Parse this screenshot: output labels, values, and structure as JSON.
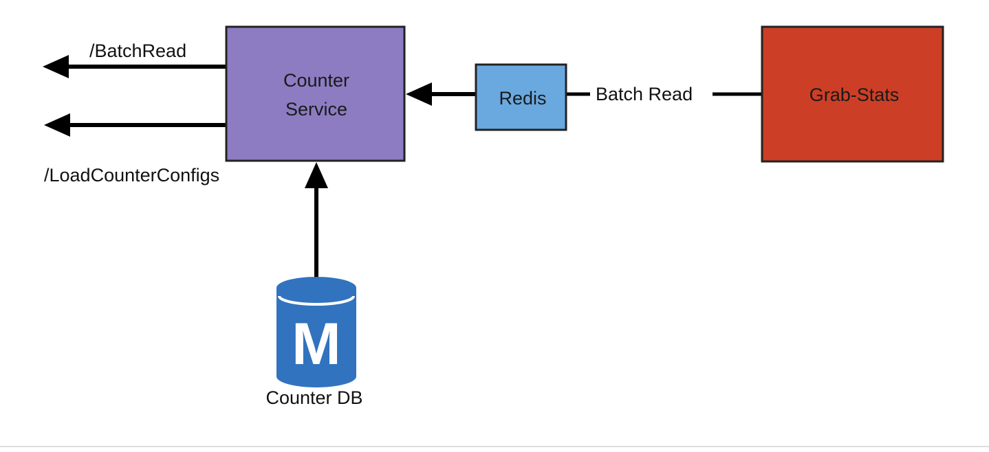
{
  "nodes": {
    "counter_service": {
      "label_line1": "Counter",
      "label_line2": "Service",
      "fill": "#8d7cc2"
    },
    "redis": {
      "label": "Redis",
      "fill": "#6aa9e0"
    },
    "grab_stats": {
      "label": "Grab-Stats",
      "fill": "#cc3f26"
    },
    "counter_db": {
      "label": "Counter DB",
      "icon": "database-cylinder-icon",
      "icon_letter": "M",
      "fill": "#3173bf"
    }
  },
  "edges": {
    "batch_read_endpoint": {
      "label": "/BatchRead"
    },
    "load_counter_configs_endpoint": {
      "label": "/LoadCounterConfigs"
    },
    "grab_stats_to_redis": {
      "label": "Batch Read"
    }
  },
  "colors": {
    "stroke": "#222222",
    "divider": "#dddddd"
  }
}
